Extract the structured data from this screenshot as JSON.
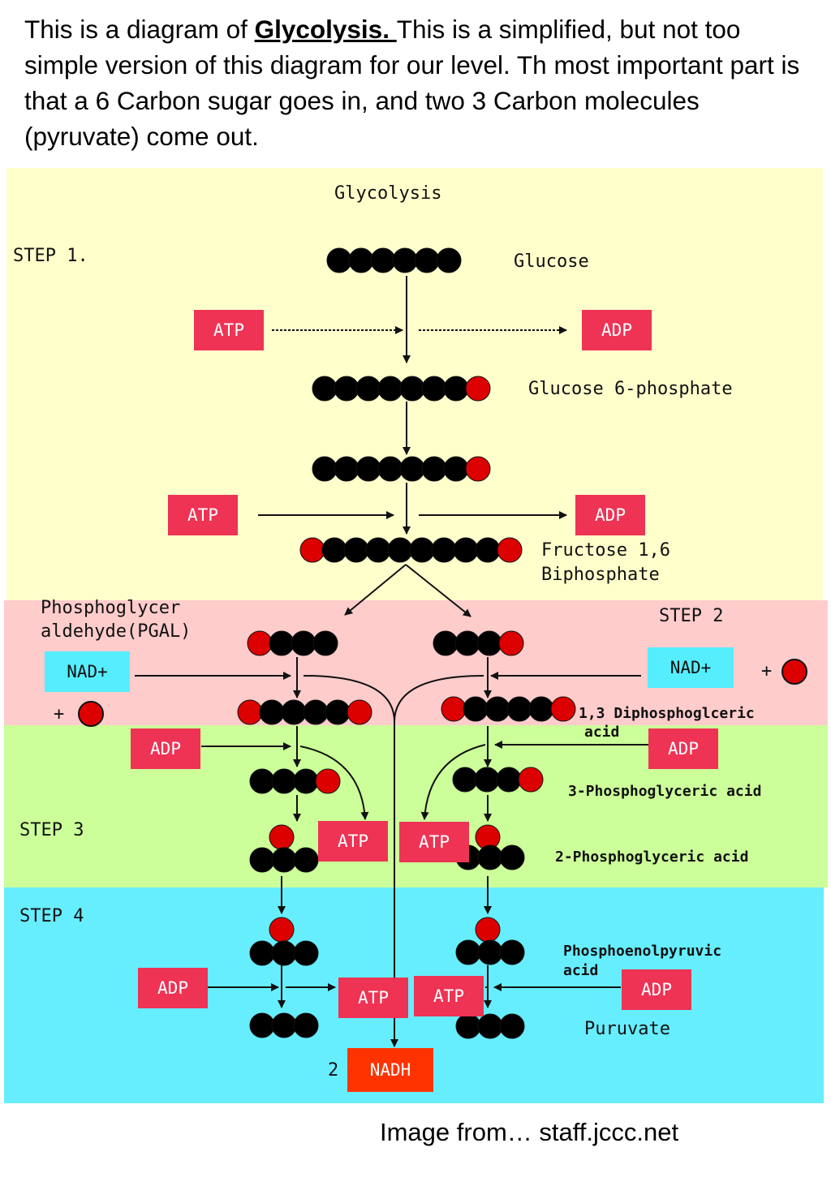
{
  "intro": {
    "part1": "This is a diagram of ",
    "highlight": "Glycolysis. ",
    "part2": "This is a simplified, but not too simple version of this diagram for our level. Th most important part is that a 6 Carbon sugar goes in, and two 3 Carbon molecules (pyruvate) come out."
  },
  "diagram": {
    "title": "Glycolysis",
    "steps": {
      "step1": "STEP 1.",
      "step2": "STEP 2",
      "step3": "STEP 3",
      "step4": "STEP 4"
    },
    "molecules": {
      "glucose": "Glucose",
      "g6p": "Glucose 6-phosphate",
      "fructose_line1": "Fructose 1,6",
      "fructose_line2": "Biphosphate",
      "pgal_line1": "Phosphoglycer",
      "pgal_line2": "aldehyde(PGAL)",
      "dpga_line1": "1,3 Diphosphoglceric",
      "dpga_line2": "acid",
      "pga3": "3-Phosphoglyceric acid",
      "pga2": "2-Phosphoglyceric acid",
      "pep_line1": "Phosphoenolpyruvic",
      "pep_line2": "acid",
      "pyruvate": "Puruvate"
    },
    "labels": {
      "atp": "ATP",
      "adp": "ADP",
      "nad": "NAD+",
      "nadh": "NADH",
      "nadh_count": "2",
      "plus": "+"
    },
    "colors": {
      "step1_bg": "#FFFFCC",
      "step2_bg": "#FFCCCC",
      "step3_bg": "#CCFF99",
      "step4_bg": "#66EEFF",
      "atp_adp_box": "#EE3355",
      "nad_box": "#55EEFF",
      "nadh_box": "#FF3300",
      "carbon": "#000000",
      "phosphate": "#DD0000"
    }
  },
  "credit": "Image from… staff.jccc.net"
}
